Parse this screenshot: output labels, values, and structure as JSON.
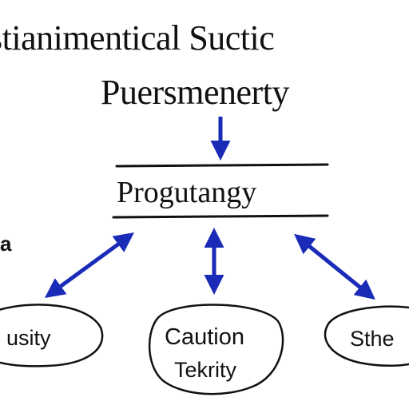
{
  "title": "stianimentical Suctic",
  "subtitle": "Puersmenerty",
  "central_node": "Progutangy",
  "left_edge_mark": "a",
  "nodes": {
    "left": "usity",
    "middle_line1": "Caution",
    "middle_line2": "Tekrity",
    "right": "Sthe"
  },
  "colors": {
    "arrow": "#1a2bb8",
    "ink": "#111111",
    "background": "#ffffff"
  }
}
